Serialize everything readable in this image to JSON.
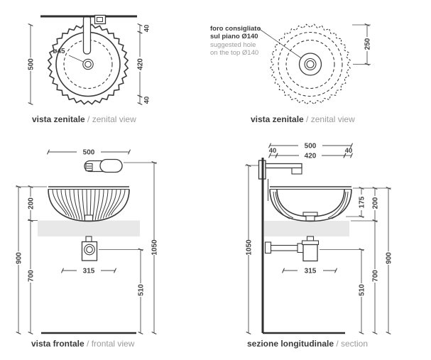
{
  "colors": {
    "ink": "#3a3a3a",
    "dim_lines": "#4a4a4a",
    "muted_text": "#9b9b9b",
    "counter_slab": "#e8e8e8",
    "background": "#ffffff"
  },
  "views": {
    "zenital_left": {
      "caption_bold": "vista zenitale ",
      "caption_light": "/ zenital view",
      "drain_label": "ø45",
      "dims": {
        "overall_diameter": "500",
        "top_band": "40",
        "inner_diameter": "420",
        "bottom_band": "40"
      }
    },
    "zenital_right": {
      "caption_bold": "vista zenitale ",
      "caption_light": "/ zenital view",
      "note_line1": "foro consigliato",
      "note_line2": "sul piano Ø140",
      "note_line3": "suggested hole",
      "note_line4": "on the top Ø140",
      "dims": {
        "radius_to_hole": "250"
      }
    },
    "frontal": {
      "caption_bold": "vista frontale ",
      "caption_light": "/ frontal view",
      "dims": {
        "width": "500",
        "bowl_height": "200",
        "counter_height": "700",
        "rim_height": "900",
        "trap_width": "315",
        "drain_height": "510",
        "faucet_height": "1050"
      }
    },
    "section": {
      "caption_bold": "sezione longitudinale ",
      "caption_light": "/ section",
      "dims": {
        "width": "500",
        "left_band": "40",
        "inner_width": "420",
        "right_band": "40",
        "basin_depth": "175",
        "bowl_height": "200",
        "rim_height": "900",
        "trap_width": "315",
        "drain_height": "510",
        "counter_height": "700",
        "faucet_height": "1050"
      }
    }
  }
}
